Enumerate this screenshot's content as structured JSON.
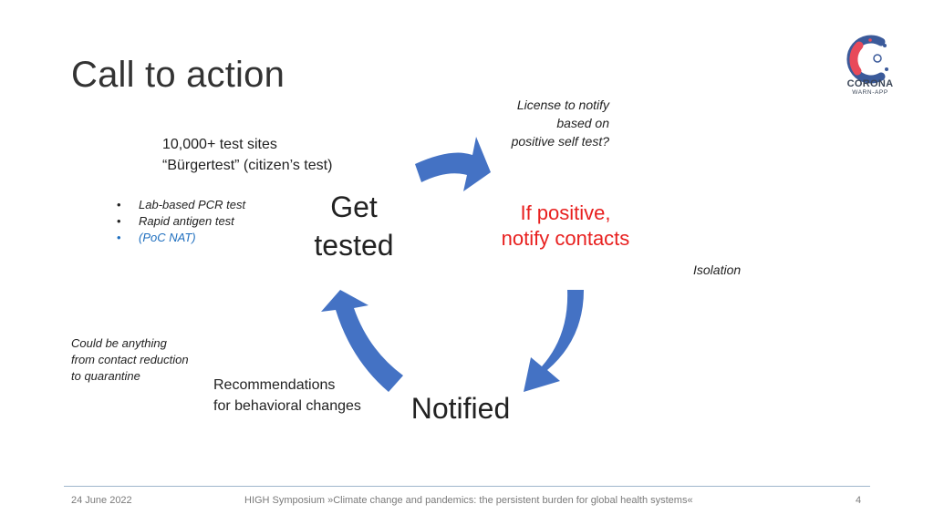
{
  "slide": {
    "title": "Call to action",
    "page_number": "4"
  },
  "logo": {
    "word": "CORONA",
    "sub": "WARN-APP"
  },
  "license_note": [
    "License to notify",
    "based on",
    "positive self test?"
  ],
  "test_sites": [
    "10,000+ test sites",
    "“Bürgertest” (citizen’s test)"
  ],
  "bullets": [
    {
      "text": "Lab-based PCR test"
    },
    {
      "text": "Rapid antigen test"
    },
    {
      "text": "(PoC NAT)"
    }
  ],
  "cycle": {
    "get_tested": [
      "Get",
      "tested"
    ],
    "positive": [
      "If positive,",
      "notify contacts"
    ],
    "notified": "Notified"
  },
  "isolation": "Isolation",
  "quarantine_note": [
    "Could be anything",
    "from contact reduction",
    "to quarantine"
  ],
  "recommendations": [
    "Recommendations",
    "for behavioral changes"
  ],
  "footer": {
    "date": "24 June 2022",
    "event": "HIGH Symposium »Climate change and pandemics: the persistent burden for global health systems«"
  },
  "colors": {
    "arrow": "#4472c4",
    "positive_text": "#e8201f",
    "bullet_blue": "#1f6fbf"
  }
}
